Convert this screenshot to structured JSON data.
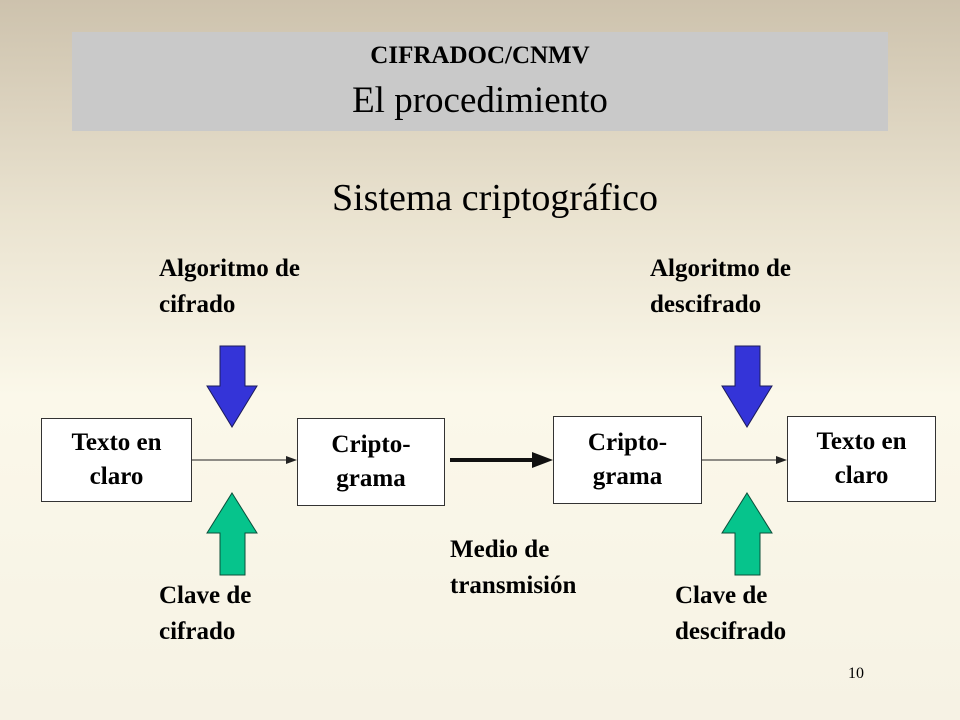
{
  "header": {
    "subtitle": "CIFRADOC/CNMV",
    "title": "El procedimiento"
  },
  "slide_title": "Sistema criptográfico",
  "labels": {
    "encryption_algorithm": [
      "Algoritmo de",
      "cifrado"
    ],
    "decryption_algorithm": [
      "Algoritmo de",
      "descifrado"
    ],
    "encryption_key": [
      "Clave de",
      "cifrado"
    ],
    "decryption_key": [
      "Clave de",
      "descifrado"
    ],
    "transmission_medium": [
      "Medio de",
      "transmisión"
    ]
  },
  "boxes": {
    "plaintext_in": "Texto en\nclaro",
    "ciphertext_sent": "Cripto-\ngrama",
    "ciphertext_received": "Cripto-\ngrama",
    "plaintext_out": "Texto en\nclaro"
  },
  "colors": {
    "algorithm_arrow": "#3434d8",
    "key_arrow": "#06c48c"
  },
  "page_number": "10"
}
